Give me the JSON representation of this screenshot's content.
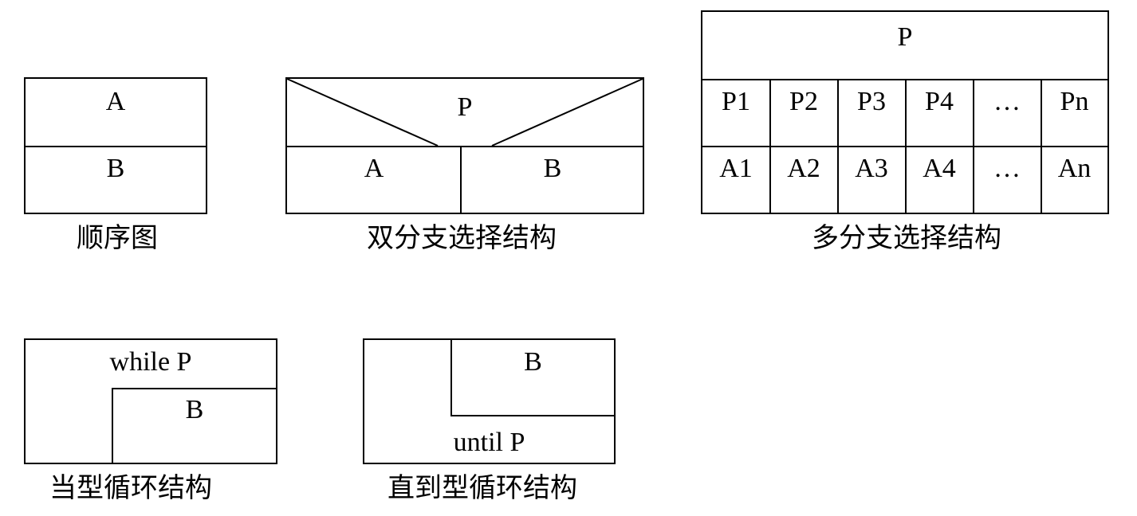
{
  "sequence": {
    "top": "A",
    "bottom": "B",
    "caption": "顺序图"
  },
  "double_branch": {
    "condition": "P",
    "left": "A",
    "right": "B",
    "caption": "双分支选择结构"
  },
  "multi_branch": {
    "condition": "P",
    "cases": [
      "P1",
      "P2",
      "P3",
      "P4",
      "…",
      "Pn"
    ],
    "actions": [
      "A1",
      "A2",
      "A3",
      "A4",
      "…",
      "An"
    ],
    "caption": "多分支选择结构"
  },
  "while_loop": {
    "header": "while P",
    "body": "B",
    "caption": "当型循环结构"
  },
  "until_loop": {
    "body": "B",
    "footer": "until P",
    "caption": "直到型循环结构"
  }
}
